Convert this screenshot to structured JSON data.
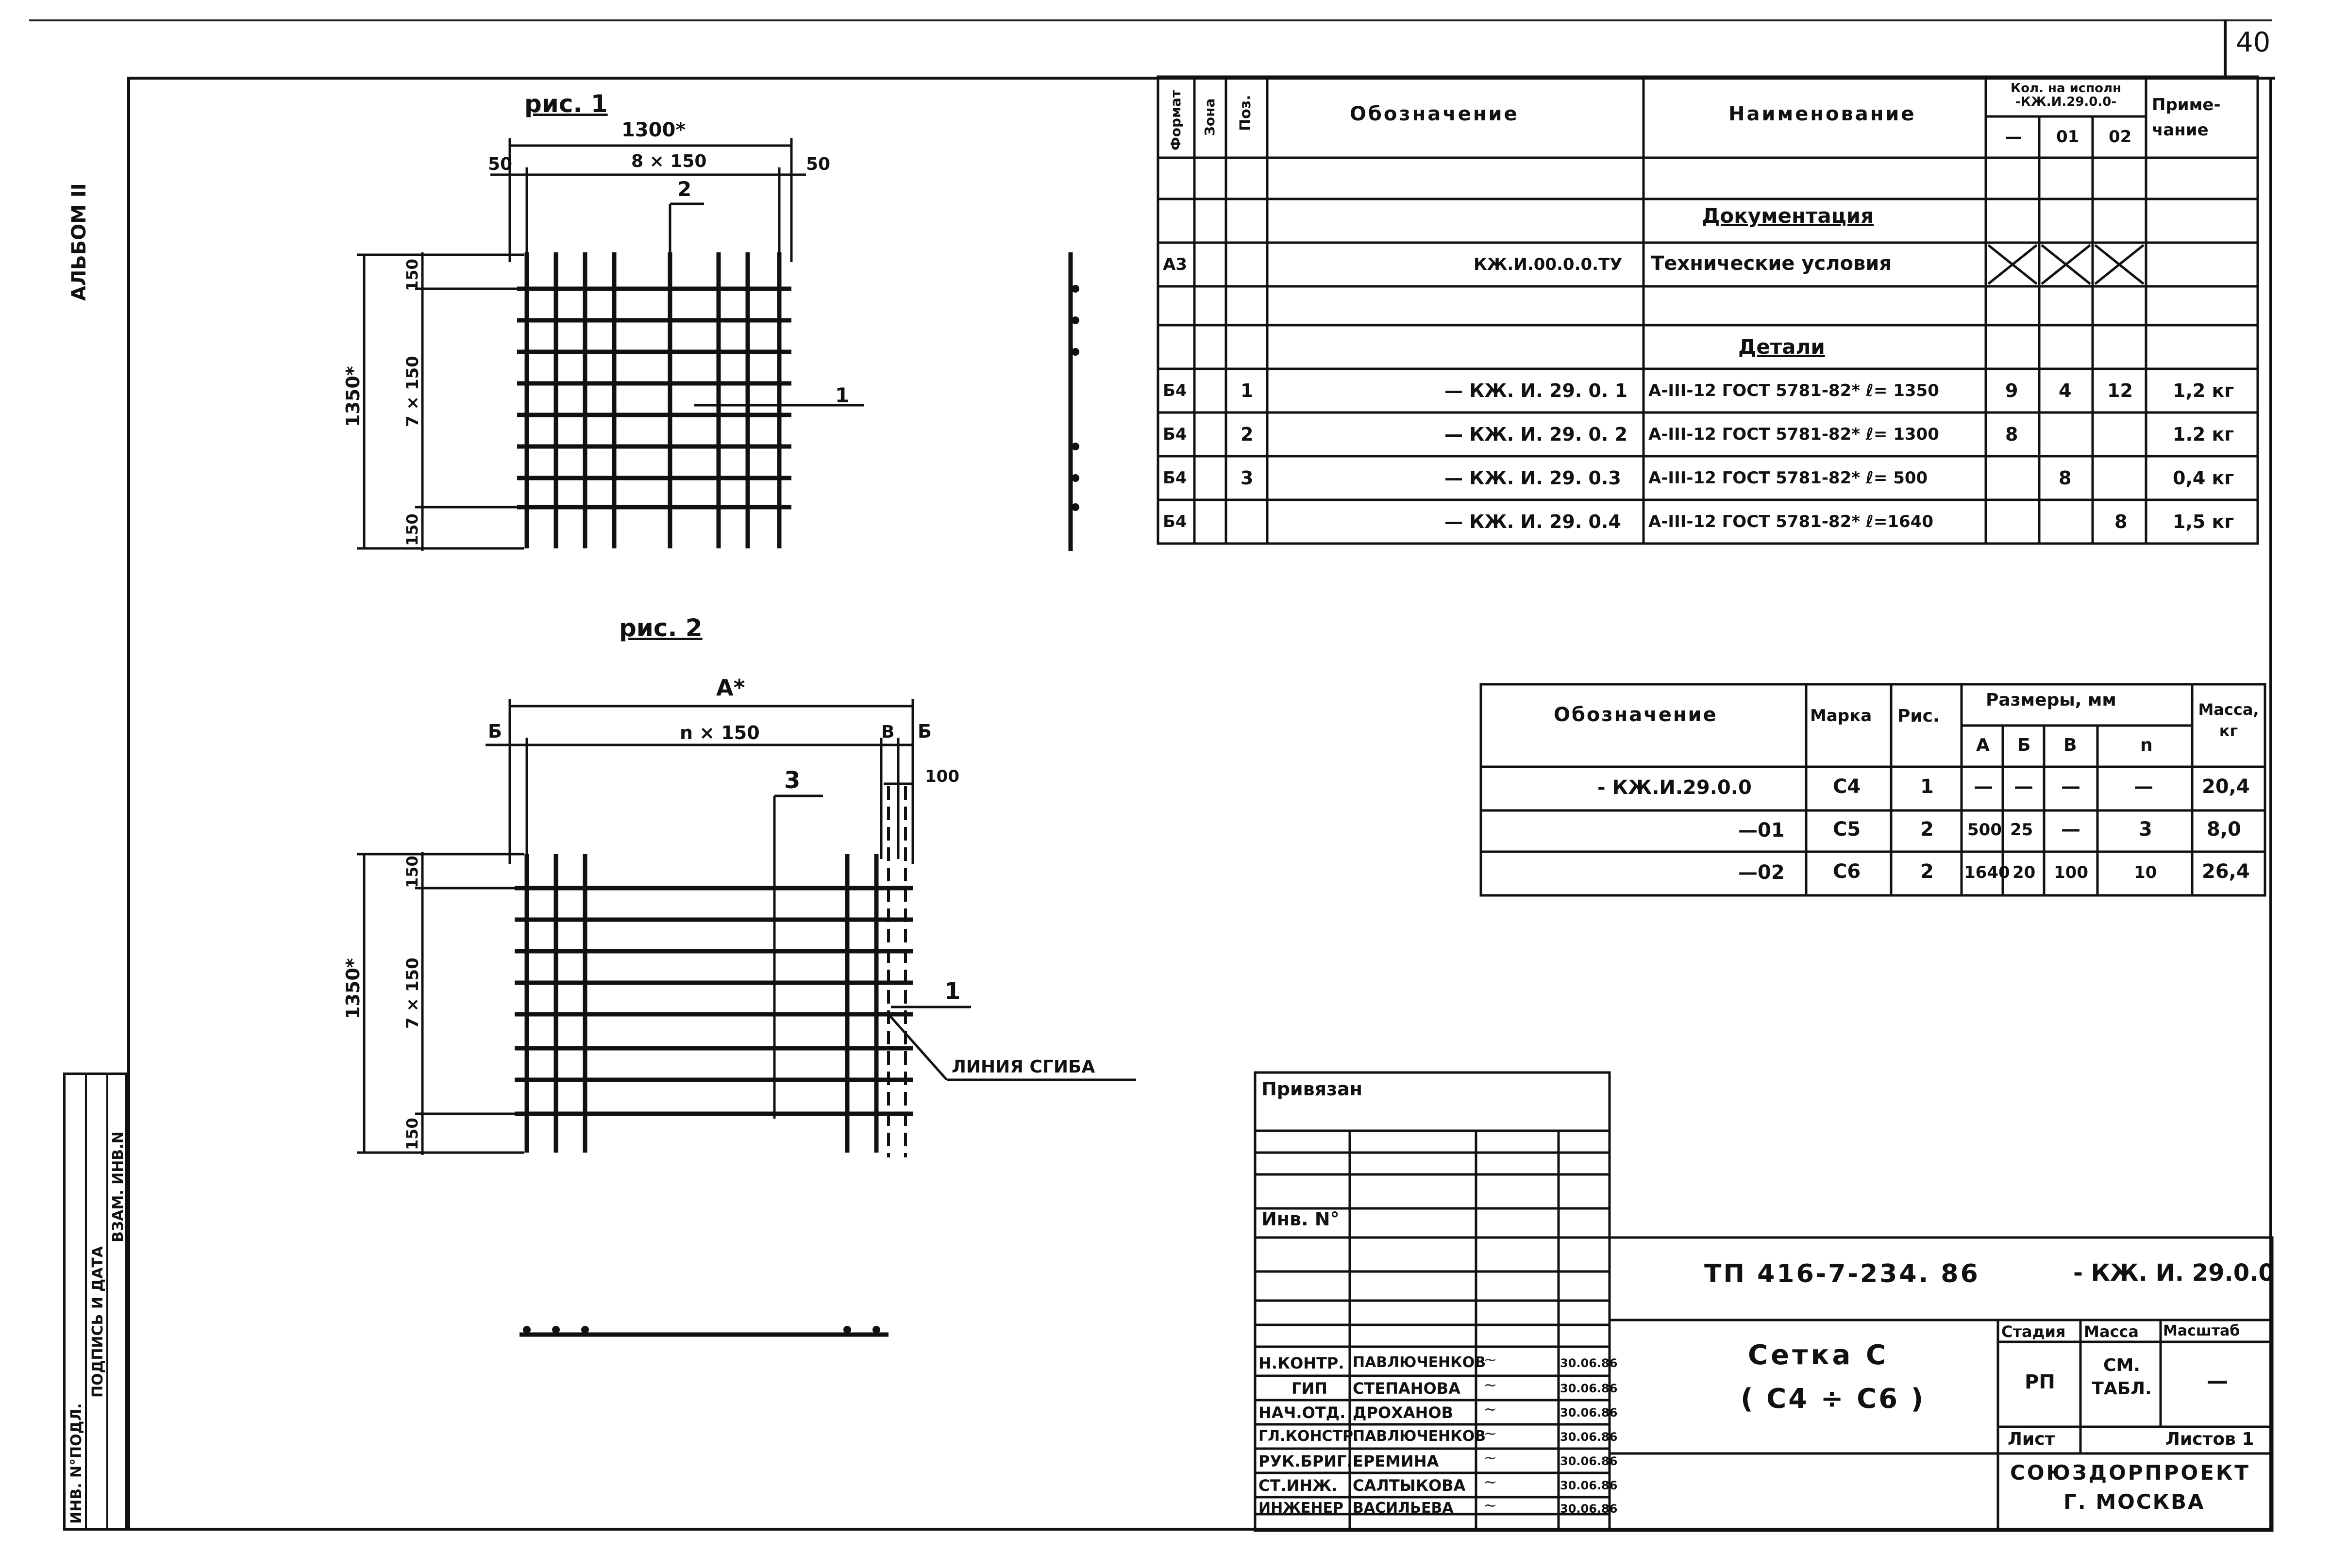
{
  "sheet": {
    "number": "40",
    "album": "АЛЬБОМ ІІ"
  },
  "side_stamp": {
    "col1": "ИНВ. N°ПОДЛ.",
    "col2": "ПОДПИСЬ И ДАТА",
    "col3": "ВЗАМ. ИНВ.N"
  },
  "fig1": {
    "title": "рис. 1",
    "dim_overall": "1300*",
    "dim_left": "50",
    "dim_inner": "8 × 150",
    "dim_right": "50",
    "dim_height": "1350*",
    "dim_top": "150",
    "dim_mid": "7 × 150",
    "dim_bottom": "150",
    "pos_2": "2",
    "pos_1": "1"
  },
  "fig2": {
    "title": "рис. 2",
    "dim_overall": "A*",
    "label_b_left": "Б",
    "dim_inner": "n × 150",
    "label_v": "В",
    "label_b_right": "Б",
    "dim_100": "100",
    "pos_3": "3",
    "pos_1": "1",
    "bend_line": "ЛИНИЯ СГИБА",
    "dim_height": "1350*",
    "dim_top": "150",
    "dim_mid": "7 × 150",
    "dim_bottom": "150"
  },
  "spec": {
    "headers": {
      "format": "Формат",
      "zone": "Зона",
      "pos": "Поз.",
      "designation": "Обозначение",
      "name": "Наименование",
      "qty_group": "Кол. на исполн -КЖ.И.29.0.0-",
      "qty_cols": [
        "—",
        "01",
        "02"
      ],
      "note": "Приме-чание"
    },
    "section_docs": "Документация",
    "doc_row": {
      "format": "А3",
      "designation": "КЖ.И.00.0.0.ТУ",
      "name": "Технические условия"
    },
    "section_parts": "Детали",
    "rows": [
      {
        "format": "Б4",
        "pos": "1",
        "designation": "— КЖ. И. 29. 0. 1",
        "name": "А-III-12 ГОСТ 5781-82* ℓ= 1350",
        "q0": "9",
        "q1": "4",
        "q2": "12",
        "note": "1,2 кг"
      },
      {
        "format": "Б4",
        "pos": "2",
        "designation": "— КЖ. И. 29. 0. 2",
        "name": "А-III-12 ГОСТ 5781-82* ℓ= 1300",
        "q0": "8",
        "q1": "",
        "q2": "",
        "note": "1.2 кг"
      },
      {
        "format": "Б4",
        "pos": "3",
        "designation": "— КЖ. И. 29. 0.3",
        "name": "А-III-12 ГОСТ 5781-82* ℓ= 500",
        "q0": "",
        "q1": "8",
        "q2": "",
        "note": "0,4 кг"
      },
      {
        "format": "Б4",
        "pos": "",
        "designation": "— КЖ. И. 29. 0.4",
        "name": "А-III-12 ГОСТ 5781-82* ℓ=1640",
        "q0": "",
        "q1": "",
        "q2": "8",
        "note": "1,5 кг"
      }
    ]
  },
  "marks": {
    "headers": {
      "designation": "Обозначение",
      "mark": "Марка",
      "fig": "Рис.",
      "sizes": "Размеры, мм",
      "size_cols": [
        "А",
        "Б",
        "В",
        "n"
      ],
      "mass": "Масса, кг"
    },
    "rows": [
      {
        "designation": "- КЖ.И.29.0.0",
        "mark": "С4",
        "fig": "1",
        "a": "—",
        "b": "—",
        "v": "—",
        "n": "—",
        "mass": "20,4"
      },
      {
        "designation": "—01",
        "mark": "С5",
        "fig": "2",
        "a": "500",
        "b": "25",
        "v": "—",
        "n": "3",
        "mass": "8,0"
      },
      {
        "designation": "—02",
        "mark": "С6",
        "fig": "2",
        "a": "1640",
        "b": "20",
        "v": "100",
        "n": "10",
        "mass": "26,4"
      }
    ]
  },
  "title_block": {
    "privyazan": "Привязан",
    "inv_no": "Инв. N°",
    "project_code": "ТП  416-7-234. 86",
    "doc_code": "- КЖ. И. 29.0.0",
    "title_line1": "Сетка  С",
    "title_line2": "( С4 ÷ С6 )",
    "stage_header": "Стадия",
    "mass_header": "Масса",
    "scale_header": "Масштаб",
    "stage": "РП",
    "mass": "СМ. ТАБЛ.",
    "scale": "—",
    "sheet_label": "Лист",
    "sheets_label": "Листов 1",
    "org1": "СОЮЗДОРПРОЕКТ",
    "org2": "Г. МОСКВА",
    "staff": [
      {
        "role": "Н.КОНТР.",
        "name": "ПАВЛЮЧЕНКОВ",
        "date": "30.06.86"
      },
      {
        "role": "ГИП",
        "name": "СТЕПАНОВА",
        "date": "30.06.86"
      },
      {
        "role": "НАЧ.ОТД.",
        "name": "ДРОХАНОВ",
        "date": "30.06.86"
      },
      {
        "role": "ГЛ.КОНСТР.",
        "name": "ПАВЛЮЧЕНКОВ",
        "date": "30.06.86"
      },
      {
        "role": "РУК.БРИГ.",
        "name": "ЕРЕМИНА",
        "date": "30.06.86"
      },
      {
        "role": "СТ.ИНЖ.",
        "name": "САЛТЫКОВА",
        "date": "30.06.86"
      },
      {
        "role": "ИНЖЕНЕР",
        "name": "ВАСИЛЬЕВА",
        "date": "30.06.86"
      }
    ]
  }
}
